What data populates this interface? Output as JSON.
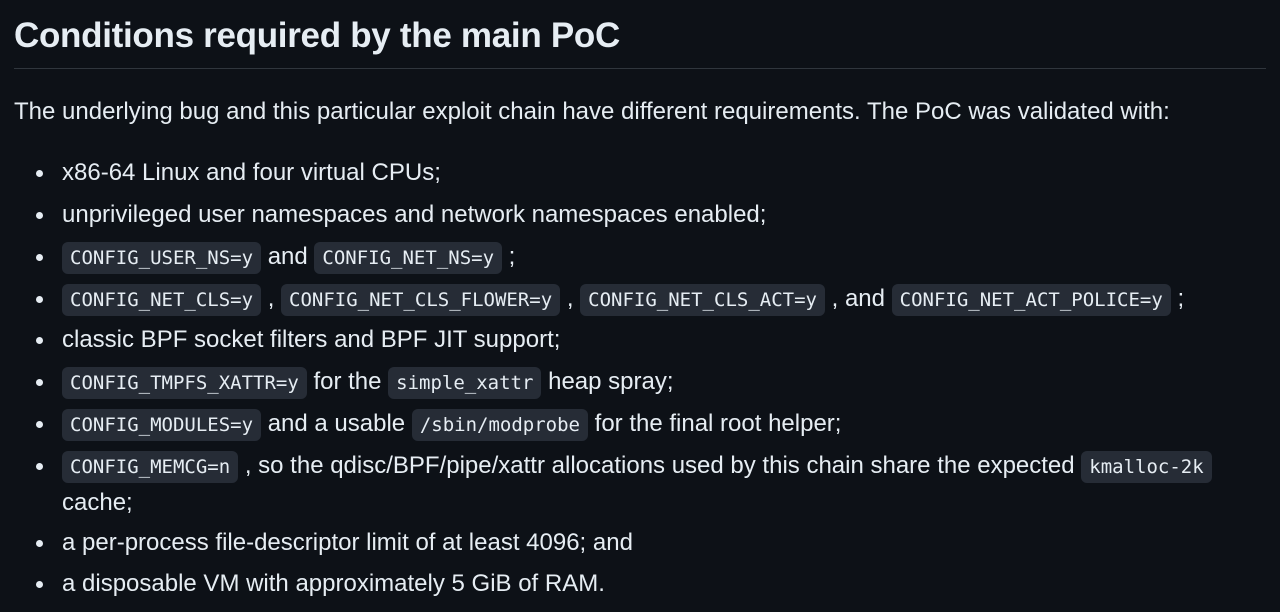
{
  "heading": "Conditions required by the main PoC",
  "intro": "The underlying bug and this particular exploit chain have different requirements. The PoC was validated with:",
  "items": {
    "i0": {
      "t0": "x86-64 Linux and four virtual CPUs;"
    },
    "i1": {
      "t0": "unprivileged user namespaces and network namespaces enabled;"
    },
    "i2": {
      "c0": "CONFIG_USER_NS=y",
      "t1": " and ",
      "c1": "CONFIG_NET_NS=y",
      "t2": " ;"
    },
    "i3": {
      "c0": "CONFIG_NET_CLS=y",
      "t1": " , ",
      "c1": "CONFIG_NET_CLS_FLOWER=y",
      "t2": " , ",
      "c2": "CONFIG_NET_CLS_ACT=y",
      "t3": " , and ",
      "c3": "CONFIG_NET_ACT_POLICE=y",
      "t4": " ;"
    },
    "i4": {
      "t0": "classic BPF socket filters and BPF JIT support;"
    },
    "i5": {
      "c0": "CONFIG_TMPFS_XATTR=y",
      "t1": " for the ",
      "c1": "simple_xattr",
      "t2": " heap spray;"
    },
    "i6": {
      "c0": "CONFIG_MODULES=y",
      "t1": " and a usable ",
      "c1": "/sbin/modprobe",
      "t2": " for the final root helper;"
    },
    "i7": {
      "c0": "CONFIG_MEMCG=n",
      "t1": " , so the qdisc/BPF/pipe/xattr allocations used by this chain share the expected ",
      "c1": "kmalloc-2k",
      "t2": "cache;"
    },
    "i8": {
      "t0": "a per-process file-descriptor limit of at least 4096; and"
    },
    "i9": {
      "t0": "a disposable VM with approximately 5 GiB of RAM."
    }
  }
}
